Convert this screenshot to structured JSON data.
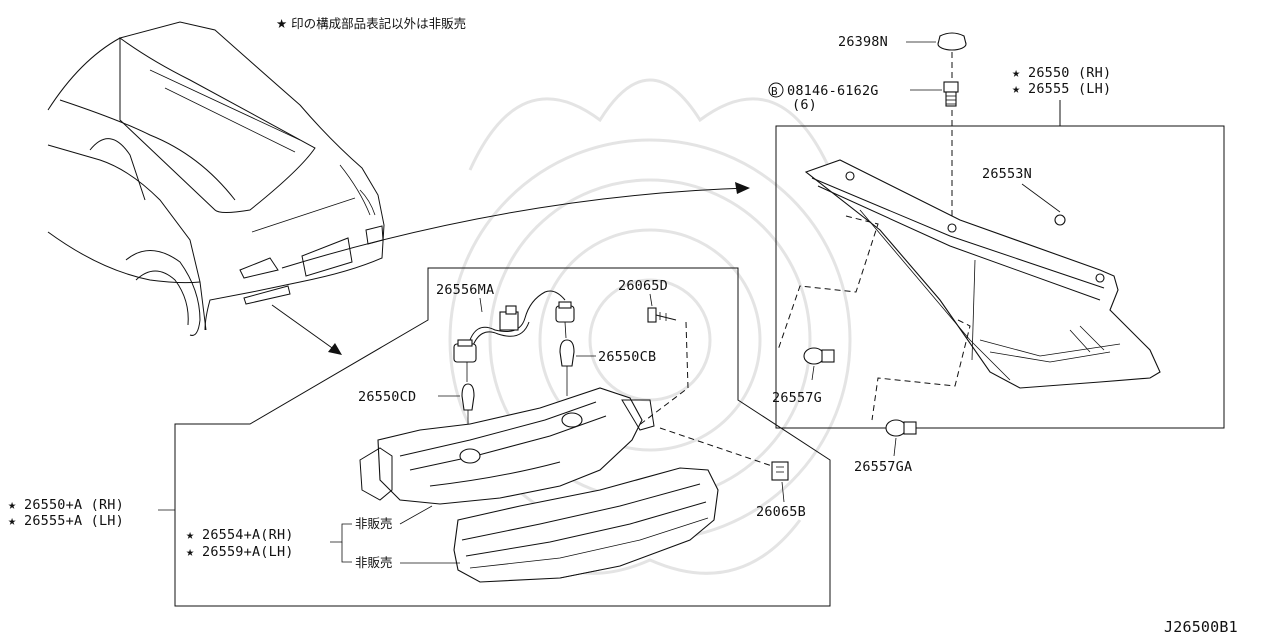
{
  "header_note": "★ 印の構成部品表記以外は非販売",
  "diagram_code": "J26500B1",
  "star": "★",
  "not_for_sale": "非販売",
  "labels": {
    "p26398N": "26398N",
    "bolt_circle": "B",
    "bolt_num": "08146-6162G",
    "bolt_qty": "(6)",
    "p26550_rh": "26550 (RH)",
    "p26555_lh": "26555 (LH)",
    "p26553N": "26553N",
    "p26557G": "26557G",
    "p26557GA": "26557GA",
    "p26556MA": "26556MA",
    "p26065D": "26065D",
    "p26550CB": "26550CB",
    "p26550CD": "26550CD",
    "p26065B": "26065B",
    "p26550A_rh": "26550+A (RH)",
    "p26555A_lh": "26555+A (LH)",
    "p26554A_rh": "26554+A(RH)",
    "p26559A_lh": "26559+A(LH)"
  },
  "icons": {
    "star": "star-icon",
    "bolt_marker": "circled-b-icon",
    "arrow": "arrow-icon"
  }
}
